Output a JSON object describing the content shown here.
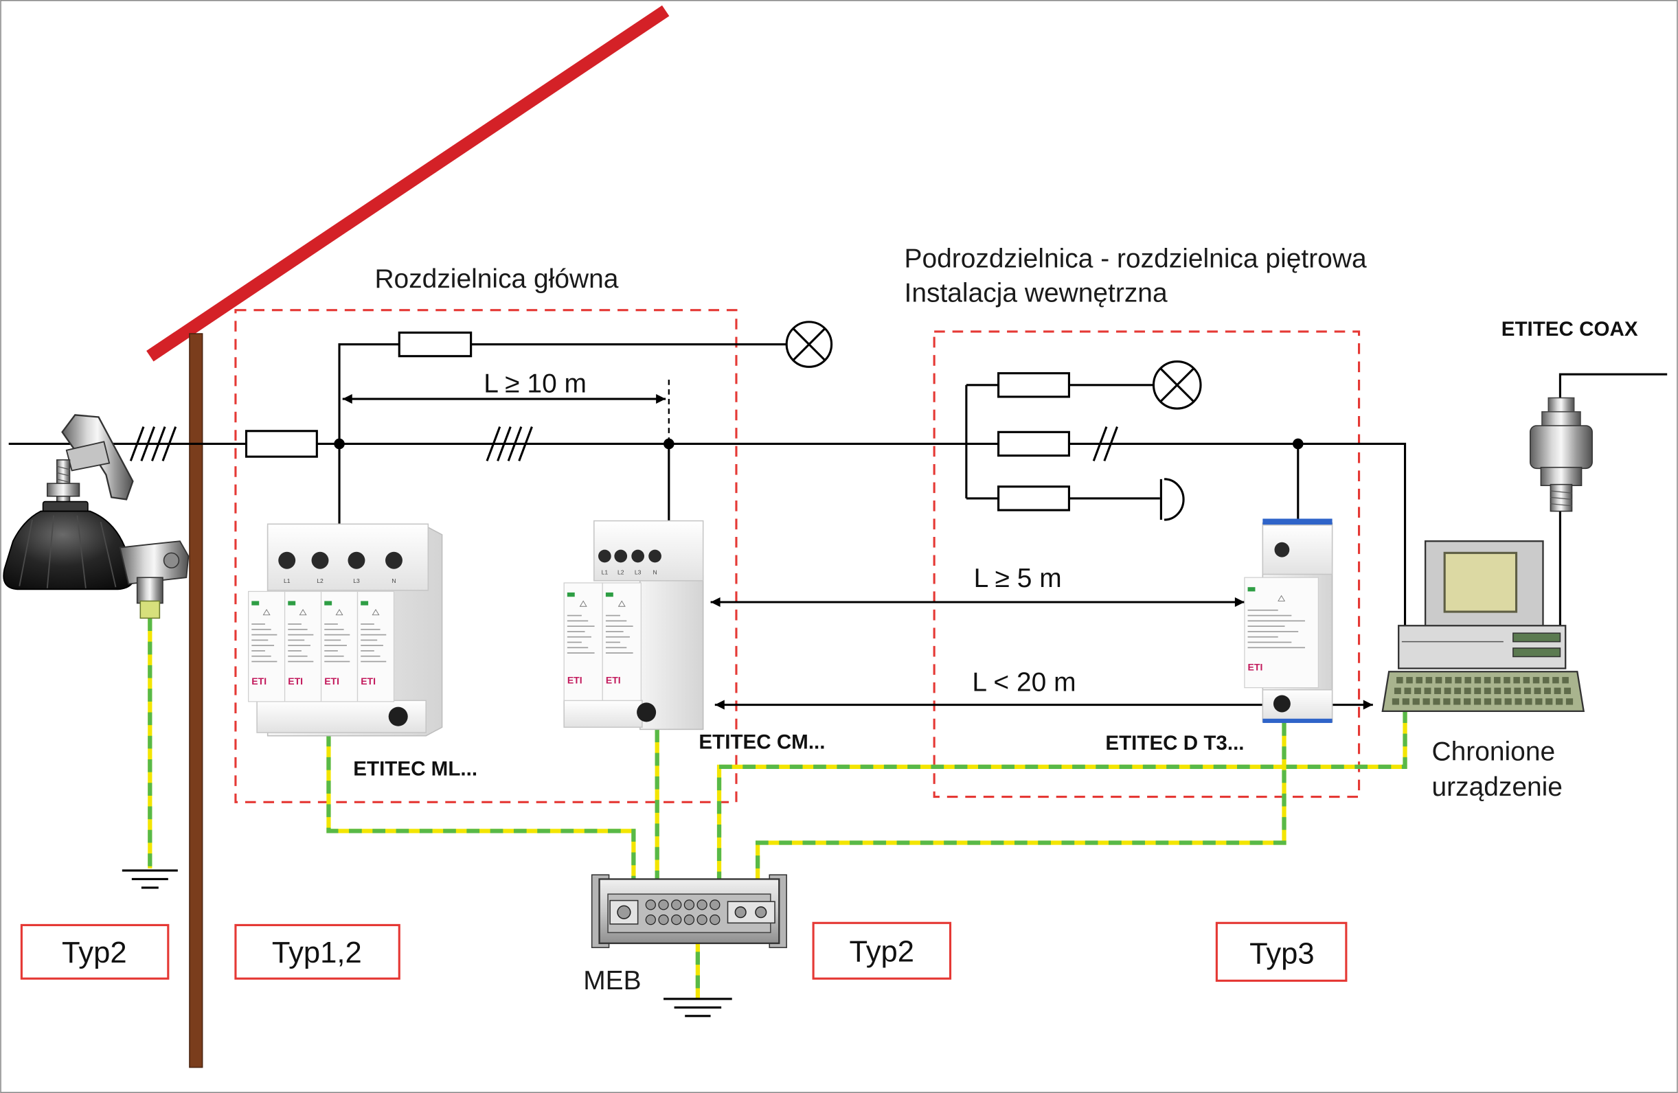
{
  "main_board": {
    "title": "Rozdzielnica główna"
  },
  "sub_board": {
    "title_line1": "Podrozdzielnica - rozdzielnica piętrowa",
    "title_line2": "Instalacja wewnętrzna"
  },
  "distances": {
    "main_board_separation": "L ≥ 10 m",
    "min_distance": "L ≥ 5 m",
    "max_distance": "L < 20 m"
  },
  "devices": {
    "ml": "ETITEC ML...",
    "cm": "ETITEC CM...",
    "d_t3": "ETITEC D T3...",
    "coax": "ETITEC COAX"
  },
  "device_markings": {
    "logo": "ETI",
    "terminals": [
      "L1",
      "L2",
      "L3",
      "N"
    ]
  },
  "protected_equipment": {
    "line1": "Chronione",
    "line2": "urządzenie"
  },
  "earth_bar": {
    "label": "MEB"
  },
  "protection_types": [
    "Typ2",
    "Typ1,2",
    "Typ2",
    "Typ3"
  ],
  "colors": {
    "roof": "#d42127",
    "pole": "#7a3d1c",
    "enclosure_outline": "#e53935",
    "type_box_outline": "#e53935",
    "earth_wire_yellow": "#f3e500",
    "earth_wire_green": "#58b947",
    "conductor": "#000000",
    "eti_logo": "#c2185b",
    "d_t3_accent": "#2f64c9"
  }
}
